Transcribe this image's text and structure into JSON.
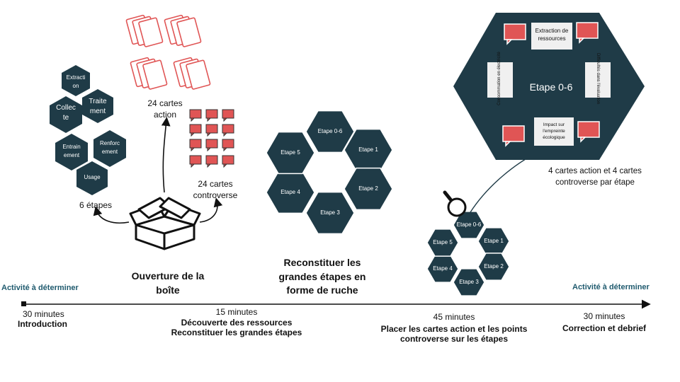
{
  "title_box": "Ouverture de la boîte",
  "title_hive": "Reconstituer les grandes étapes en forme de ruche",
  "activity_left": "Activité à déterminer",
  "activity_right": "Activité à déterminer",
  "small_hexes": [
    "Extracti on",
    "Traite ment",
    "Collec te",
    "Renforc ement",
    "Entrain ement",
    "Usage"
  ],
  "six_steps_label": "6 étapes",
  "action_cards_label": "24 cartes action",
  "controversy_cards_label": "24 cartes controverse",
  "hive_cells": [
    "Etape 0-6",
    "Etape 1",
    "Etape 2",
    "Etape 3",
    "Etape 4",
    "Etape 5"
  ],
  "small_hive_cells": [
    "Etape 0-6",
    "Etape 1",
    "Etape 2",
    "Etape 3",
    "Etape 4",
    "Etape 5"
  ],
  "big_hex": {
    "title": "Etape 0-6",
    "card_top": "Extraction de ressources",
    "card_left": "Consommation en électricité",
    "card_right": "Difficultés dans l'évaluation",
    "card_bottom": "Impact sur l'empreinte écologique"
  },
  "per_step_note": "4 cartes action et 4 cartes controverse par étape",
  "timeline": [
    {
      "duration": "30 minutes",
      "lines": [
        "Introduction"
      ]
    },
    {
      "duration": "15 minutes",
      "lines": [
        "Découverte des ressources",
        "Reconstituer les grandes étapes"
      ]
    },
    {
      "duration": "45 minutes",
      "lines": [
        "Placer les cartes action et les points",
        "controverse sur les étapes"
      ]
    },
    {
      "duration": "30 minutes",
      "lines": [
        "Correction et debrief"
      ]
    }
  ],
  "colors": {
    "hex": "#1f3b47",
    "card_red": "#e05555",
    "teal_text": "#1f5a6e"
  },
  "icons": [
    "box-icon",
    "magnifier-icon",
    "card-icon",
    "speech-bubble-icon"
  ]
}
